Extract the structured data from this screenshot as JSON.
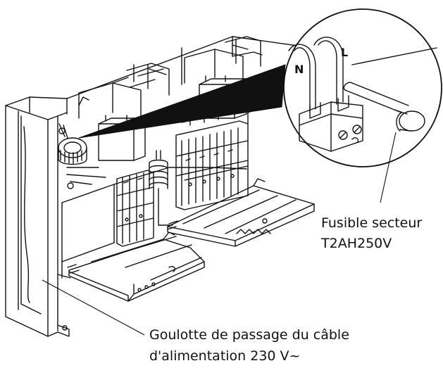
{
  "callouts": {
    "fuse_line1": "Fusible secteur",
    "fuse_line2": "T2AH250V",
    "duct_line1": "Goulotte de passage du câble",
    "duct_line2": "d'alimentation 230 V~"
  },
  "wires": {
    "neutral": "N",
    "live": "L"
  },
  "colors": {
    "ink": "#111111",
    "paper": "#ffffff"
  }
}
